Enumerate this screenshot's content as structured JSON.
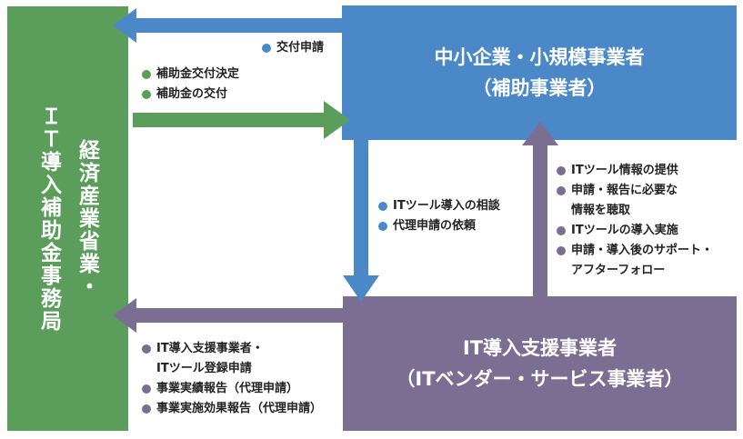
{
  "nodes": {
    "meti": {
      "text": "経済産業省業・ＩＴ導入補助金事務局",
      "line1": "経済産業省業・",
      "line2": "ＩＴ導入補助金事務局",
      "color": "#5b9e5b"
    },
    "sme": {
      "line1": "中小企業・小規模事業者",
      "line2": "（補助事業者）",
      "color": "#4a88c8"
    },
    "it_vendor": {
      "line1": "IT導入支援事業者",
      "line2": "（ITベンダー・サービス事業者）",
      "color": "#7b6e93"
    }
  },
  "flows": {
    "sme_to_meti": {
      "items": [
        "交付申請"
      ],
      "color": "#4a88c8"
    },
    "meti_to_sme": {
      "items": [
        "補助金交付決定",
        "補助金の交付"
      ],
      "color": "#5b9e5b"
    },
    "sme_to_vendor": {
      "items": [
        "ITツール導入の相談",
        "代理申請の依頼"
      ],
      "color": "#4a88c8"
    },
    "vendor_to_sme": {
      "items": [
        "ITツール情報の提供",
        "申請・報告に必要な",
        "情報を聴取",
        "ITツールの導入実施",
        "申請・導入後のサポート・",
        "アフターフォロー"
      ],
      "color": "#7b6e93"
    },
    "vendor_to_meti": {
      "items": [
        "IT導入支援事業者・",
        "ITツール登録申請",
        "事業実績報告（代理申請）",
        "事業実施効果報告（代理申請）"
      ],
      "color": "#7b6e93"
    }
  }
}
